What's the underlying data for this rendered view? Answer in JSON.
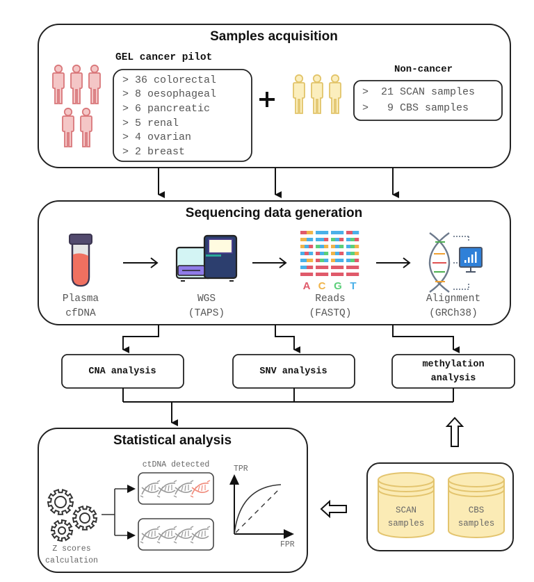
{
  "colors": {
    "cancer_people": "#d9777a",
    "cancer_people_fill": "#f4c6c6",
    "noncancer_people": "#e2c46a",
    "noncancer_people_fill": "#fbeebd",
    "database_fill": "#fbebb5",
    "database_stroke": "#e3c46e",
    "detected_dna": "#f08a7a",
    "undetected_dna": "#9a9a9a",
    "box_stroke": "#222222"
  },
  "samples_acquisition": {
    "title": "Samples acquisition",
    "cancer": {
      "heading": "GEL cancer pilot",
      "people_icon_count": 5,
      "items": [
        "> 36 colorectal",
        "> 8 oesophageal",
        "> 6 pancreatic",
        "> 5 renal",
        "> 4 ovarian",
        "> 2 breast"
      ]
    },
    "plus": "+",
    "noncancer": {
      "heading": "Non-cancer",
      "people_icon_count": 3,
      "items": [
        ">  21 SCAN samples",
        ">   9 CBS samples"
      ]
    }
  },
  "sequencing": {
    "title": "Sequencing data generation",
    "steps": [
      {
        "icon": "test-tube-icon",
        "line1": "Plasma",
        "line2": "cfDNA"
      },
      {
        "icon": "sequencer-icon",
        "line1": "WGS",
        "line2": "(TAPS)"
      },
      {
        "icon": "reads-icon",
        "line1": "Reads",
        "line2": "(FASTQ)"
      },
      {
        "icon": "dna-alignment-icon",
        "line1": "Alignment",
        "line2": "(GRCh38)"
      }
    ],
    "bases": [
      "A",
      "C",
      "G",
      "T"
    ]
  },
  "analyses": [
    {
      "label": "CNA analysis"
    },
    {
      "label": "SNV analysis"
    },
    {
      "label": "methylation\nanalysis"
    }
  ],
  "statistical": {
    "title": "Statistical analysis",
    "zscore_line1": "Z scores",
    "zscore_line2": "calculation",
    "detected_label": "ctDNA detected",
    "roc": {
      "y_label": "TPR",
      "x_label": "FPR"
    }
  },
  "databases": [
    {
      "line1": "SCAN",
      "line2": "samples"
    },
    {
      "line1": "CBS",
      "line2": "samples"
    }
  ]
}
